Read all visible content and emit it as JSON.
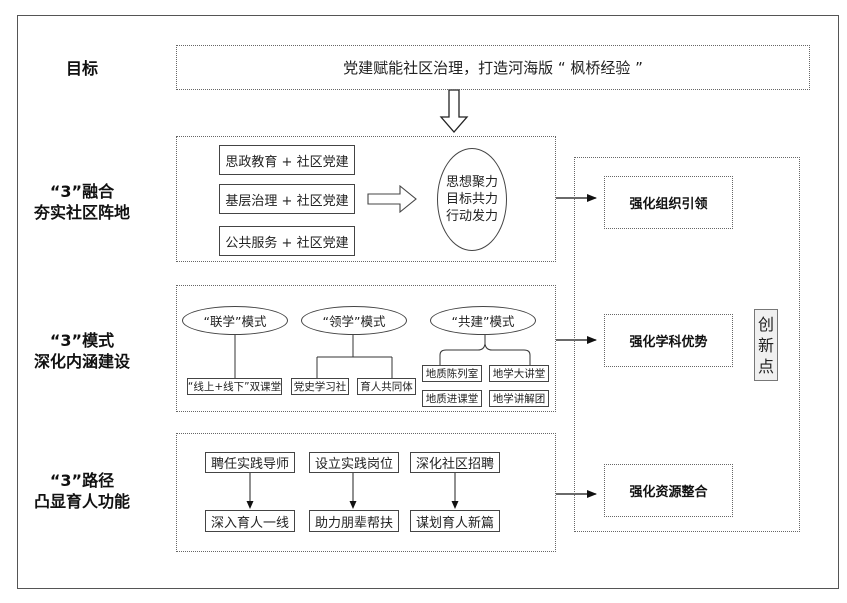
{
  "goal": {
    "label": "目标",
    "text": "党建赋能社区治理，打造河海版 “ 枫桥经验 ”"
  },
  "rows": [
    {
      "label_line1": "“3”融合",
      "label_line2": "夯实社区阵地",
      "items": [
        "思政教育 + 社区党建",
        "基层治理 + 社区党建",
        "公共服务 + 社区党建"
      ],
      "result_lines": [
        "思想聚力",
        "目标共力",
        "行动发力"
      ]
    },
    {
      "label_line1": "“3”模式",
      "label_line2": "深化内涵建设",
      "modes": [
        {
          "name": "“联学”模式",
          "children": [
            "“线上+线下”双课堂"
          ]
        },
        {
          "name": "“领学”模式",
          "children": [
            "党史学习社",
            "育人共同体"
          ]
        },
        {
          "name": "“共建”模式",
          "children": [
            "地质陈列室",
            "地学大讲堂",
            "地质进课堂",
            "地学讲解团"
          ]
        }
      ]
    },
    {
      "label_line1": "“3”路径",
      "label_line2": "凸显育人功能",
      "paths": [
        {
          "from": "聘任实践导师",
          "to": "深入育人一线"
        },
        {
          "from": "设立实践岗位",
          "to": "助力朋辈帮扶"
        },
        {
          "from": "深化社区招聘",
          "to": "谋划育人新篇"
        }
      ]
    }
  ],
  "innovation": {
    "label_chars": [
      "创",
      "新",
      "点"
    ],
    "items": [
      "强化组织引领",
      "强化学科优势",
      "强化资源整合"
    ]
  }
}
